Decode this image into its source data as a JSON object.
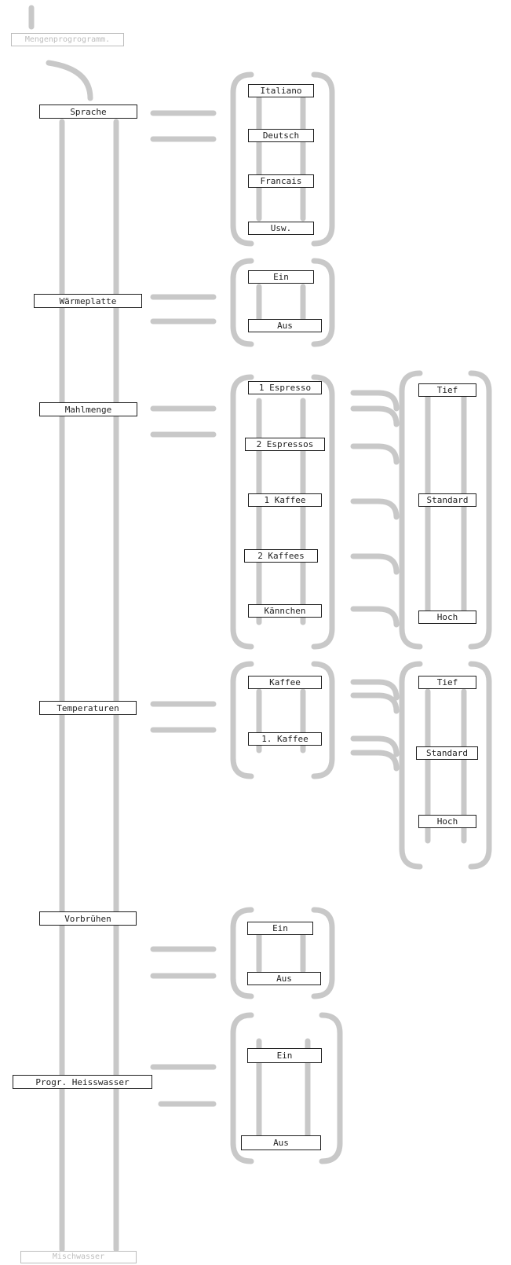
{
  "diagram": {
    "top_label": "Mengenprogrogramm.",
    "bottom_label": "Mischwasser",
    "menu": [
      {
        "label": "Sprache",
        "options": [
          "Italiano",
          "Deutsch",
          "Francais",
          "Usw."
        ]
      },
      {
        "label": "Wärmeplatte",
        "options": [
          "Ein",
          "Aus"
        ]
      },
      {
        "label": "Mahlmenge",
        "options": [
          "1 Espresso",
          "2 Espressos",
          "1 Kaffee",
          "2 Kaffees",
          "Kännchen"
        ],
        "sub_options": [
          "Tief",
          "Standard",
          "Hoch"
        ]
      },
      {
        "label": "Temperaturen",
        "options": [
          "Kaffee",
          "1. Kaffee"
        ],
        "sub_options": [
          "Tief",
          "Standard",
          "Hoch"
        ]
      },
      {
        "label": "Vorbrühen",
        "options": [
          "Ein",
          "Aus"
        ]
      },
      {
        "label": "Progr. Heisswasser",
        "options": [
          "Ein",
          "Aus"
        ]
      }
    ]
  },
  "colors": {
    "connector": "#c8c8c8",
    "box_border": "#1e1e1e",
    "faded_text": "#bdbdbd"
  }
}
